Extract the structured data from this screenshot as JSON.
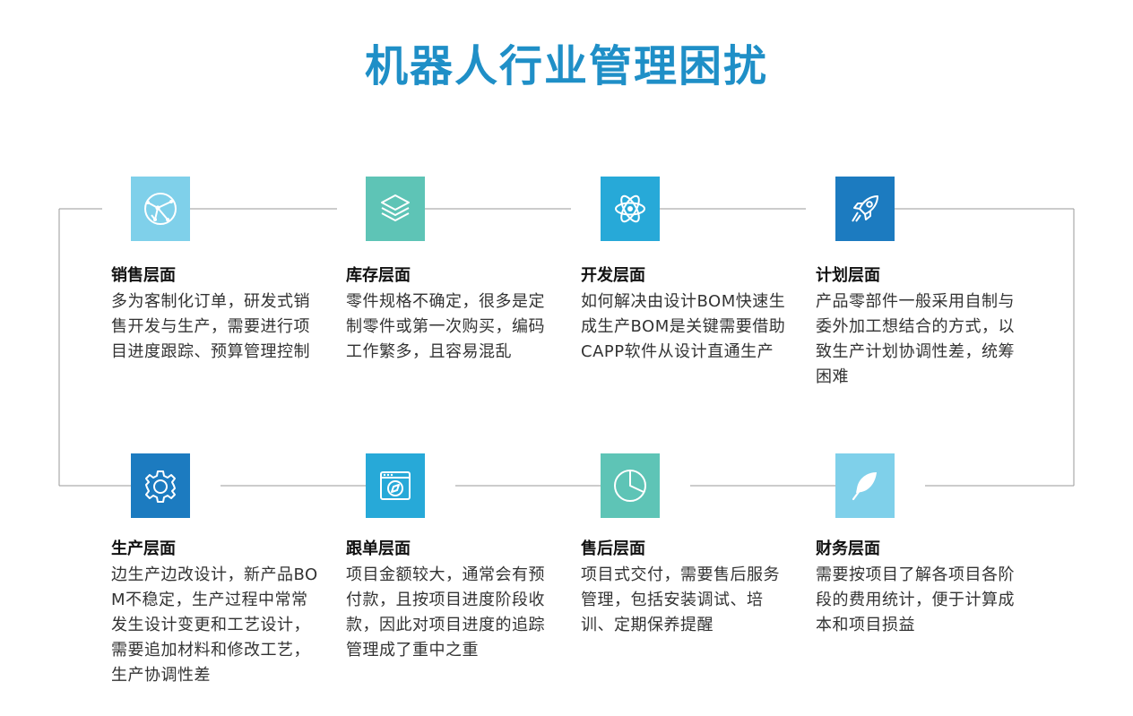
{
  "page": {
    "title": "机器人行业管理困扰"
  },
  "colors": {
    "title": "#1f8fc7",
    "light_blue": "#7fd0ea",
    "teal": "#5ec4b6",
    "blue": "#27a9d8",
    "dark_blue": "#1c7bc0",
    "line": "#9a9a9a"
  },
  "cards": [
    {
      "title": "销售层面",
      "desc": "多为客制化订单，研发式销售开发与生产，需要进行项目进度跟踪、预算管理控制",
      "icon": "globe-network-icon",
      "color": "#7fd0ea"
    },
    {
      "title": "库存层面",
      "desc": "零件规格不确定，很多是定制零件或第一次购买，编码工作繁多，且容易混乱",
      "icon": "layers-icon",
      "color": "#5ec4b6"
    },
    {
      "title": "开发层面",
      "desc": "如何解决由设计BOM快速生成生产BOM是关键需要借助CAPP软件从设计直通生产",
      "icon": "atom-icon",
      "color": "#27a9d8"
    },
    {
      "title": "计划层面",
      "desc": "产品零部件一般采用自制与委外加工想结合的方式，以致生产计划协调性差，统筹困难",
      "icon": "rocket-icon",
      "color": "#1c7bc0"
    },
    {
      "title": "生产层面",
      "desc": "边生产边改设计，新产品BOM不稳定，生产过程中常常发生设计变更和工艺设计，需要追加材料和修改工艺，生产协调性差",
      "icon": "gear-icon",
      "color": "#1c7bc0"
    },
    {
      "title": "跟单层面",
      "desc": "项目金额较大，通常会有预付款，且按项目进度阶段收款，因此对项目进度的追踪管理成了重中之重",
      "icon": "browser-compass-icon",
      "color": "#27a9d8"
    },
    {
      "title": "售后层面",
      "desc": "项目式交付，需要售后服务管理，包括安装调试、培训、定期保养提醒",
      "icon": "pie-chart-icon",
      "color": "#5ec4b6"
    },
    {
      "title": "财务层面",
      "desc": "需要按项目了解各项目各阶段的费用统计，便于计算成本和项目损益",
      "icon": "feather-icon",
      "color": "#7fd0ea"
    }
  ]
}
